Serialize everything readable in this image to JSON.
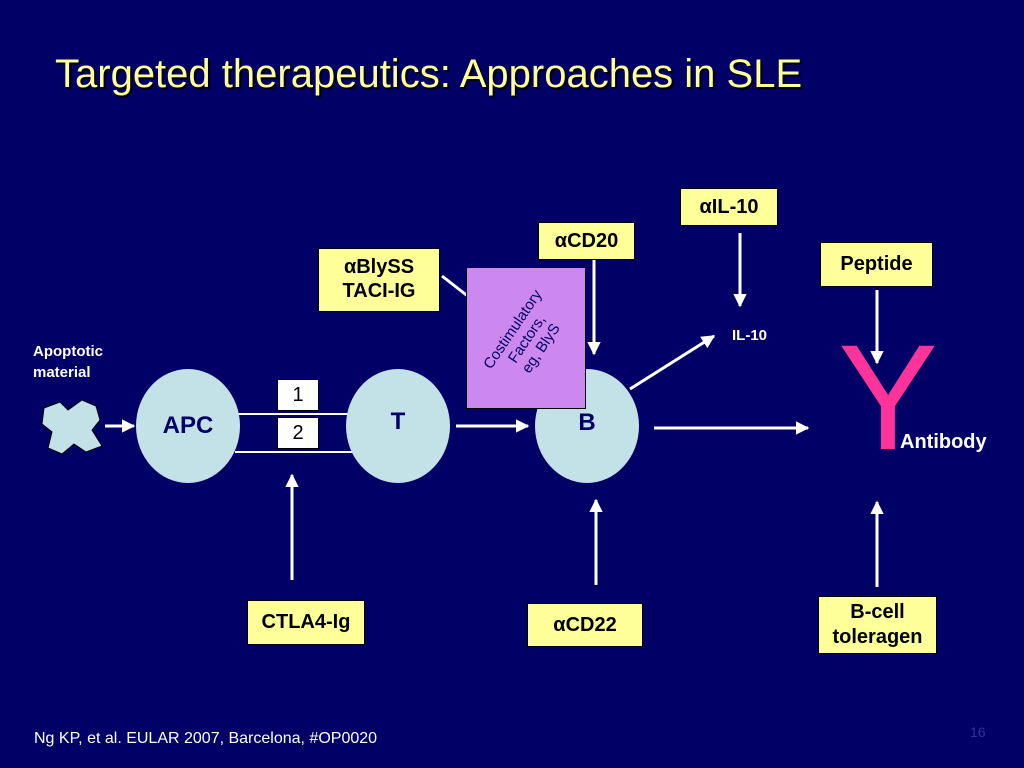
{
  "title": "Targeted therapeutics: Approaches in SLE",
  "labels": {
    "apoptotic_line1": "Apoptotic",
    "apoptotic_line2": "material",
    "il10_small": "IL-10",
    "antibody": "Antibody"
  },
  "cells": {
    "apc": "APC",
    "t": "T",
    "b": "B"
  },
  "synapse_boxes": [
    "1",
    "2"
  ],
  "costim_box": {
    "line1": "Costimulatory",
    "line2": "Factors,",
    "line3": "eg, BlyS"
  },
  "therapy_boxes": {
    "alpha": "α",
    "blyss_line1": "BlySS",
    "blyss_line2": "TACI-IG",
    "cd20": "CD20",
    "il10": "IL-10",
    "peptide": "Peptide",
    "ctla4": "CTLA4-Ig",
    "cd22": "CD22",
    "bcell_line1": "B-cell",
    "bcell_line2": "toleragen"
  },
  "antibody_symbol": "Y",
  "citation": "Ng KP, et al. EULAR 2007, Barcelona, #OP0020",
  "page_number": "16",
  "colors": {
    "background": "#000066",
    "title": "#ffff99",
    "box_fill": "#ffff99",
    "cell_fill": "#c3e2e8",
    "costim_fill": "#cc88ee",
    "antibody": "#ff3399"
  }
}
